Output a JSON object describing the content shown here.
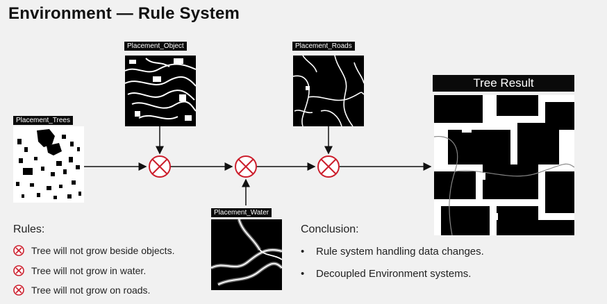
{
  "title": "Environment — Rule System",
  "thumbnails": {
    "trees": "Placement_Trees",
    "object": "Placement_Object",
    "roads": "Placement_Roads",
    "water": "Placement_Water"
  },
  "result_label": "Tree Result",
  "rules": {
    "title": "Rules:",
    "items": [
      "Tree will not grow beside objects.",
      "Tree will not grow in water.",
      "Tree will not grow on roads."
    ]
  },
  "conclusion": {
    "title": "Conclusion:",
    "items": [
      "Rule system handling data changes.",
      "Decoupled Environment systems."
    ]
  },
  "colors": {
    "operator": "#cc1f2d",
    "arrow": "#111111"
  }
}
